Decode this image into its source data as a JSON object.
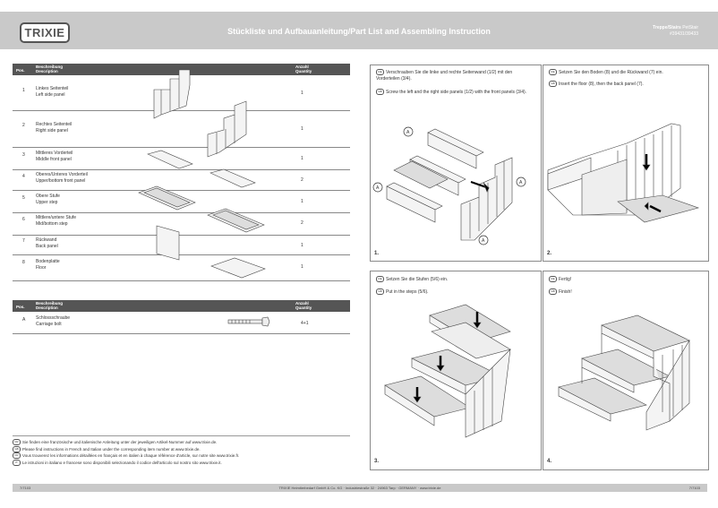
{
  "header": {
    "logo": "TRIXIE",
    "title": "Stückliste und Aufbauanleitung/Part List and Assembling Instruction",
    "product_name": "Treppe/Stairs",
    "product_suffix": "PetStair",
    "product_numbers": "#39431/39433"
  },
  "parts_table": {
    "col_pos": "Pos.",
    "col_desc_de": "Beschreibung",
    "col_desc_en": "Description",
    "col_qty_de": "Anzahl",
    "col_qty_en": "Quantity",
    "rows": [
      {
        "pos": "1",
        "de": "Linkes Seitenteil",
        "en": "Left side panel",
        "qty": "1"
      },
      {
        "pos": "2",
        "de": "Rechtes Seitenteil",
        "en": "Right side panel",
        "qty": "1"
      },
      {
        "pos": "3",
        "de": "Mittleres Vorderteil",
        "en": "Middle front panel",
        "qty": "1"
      },
      {
        "pos": "4",
        "de": "Oberes/Unteres Vorderteil",
        "en": "Upper/bottom front panel",
        "qty": "2"
      },
      {
        "pos": "5",
        "de": "Obere Stufe",
        "en": "Upper step",
        "qty": "1"
      },
      {
        "pos": "6",
        "de": "Mittlere/untere Stufe",
        "en": "Mid/bottom step",
        "qty": "2"
      },
      {
        "pos": "7",
        "de": "Rückwand",
        "en": "Back panel",
        "qty": "1"
      },
      {
        "pos": "8",
        "de": "Bodenplatte",
        "en": "Floor",
        "qty": "1"
      }
    ]
  },
  "hardware_table": {
    "col_pos": "Pos.",
    "col_desc_de": "Beschreibung",
    "col_desc_en": "Description",
    "col_qty_de": "Anzahl",
    "col_qty_en": "Quantity",
    "rows": [
      {
        "pos": "A",
        "de": "Schlossschraube",
        "en": "Carriage bolt",
        "qty": "4+1"
      }
    ]
  },
  "footer_notes": [
    {
      "flag": "FR",
      "text": "Sie finden eine französische und italienische Anleitung unter der jeweiligen Artikel-Nummer auf www.trixie.de."
    },
    {
      "flag": "GB",
      "text": "Please find instructions in French and Italian under the corresponding item number at www.trixie.de."
    },
    {
      "flag": "FR",
      "text": "Vous trouverez les informations détaillées en français et en italien à chaque référence d'article, sur notre site www.trixie.fr."
    },
    {
      "flag": "IT",
      "text": "Le istruzioni in italiano e francese sono disponibili selezionando il codice dell'articolo sul nostro sito www.trixie.it."
    }
  ],
  "footer_bar": {
    "left": "7/7103",
    "center": "TRIXIE Heimtierbedarf GmbH & Co. KG · Industriestraße 32 · 24963 Tarp · GERMANY · www.trixie.de",
    "right": "7/7103"
  },
  "steps": [
    {
      "num": "1.",
      "de_flag": "DE",
      "de": "Verschrauben Sie die linke und rechte Seitenwand (1/2) mit den Vorderteilen (3/4).",
      "en_flag": "GB",
      "en": "Screw the left and the right side panels (1/2) with the front panels (3/4).",
      "labels": [
        "A",
        "A",
        "A",
        "A"
      ]
    },
    {
      "num": "2.",
      "de_flag": "DE",
      "de": "Setzen Sie den Boden (8) und die Rückwand (7) ein.",
      "en_flag": "GB",
      "en": "Insert the floor (8), then the back panel (7)."
    },
    {
      "num": "3.",
      "de_flag": "DE",
      "de": "Setzen Sie die Stufen (5/6) ein.",
      "en_flag": "GB",
      "en": "Put in the steps (5/6)."
    },
    {
      "num": "4.",
      "de_flag": "DE",
      "de": "Fertig!",
      "en_flag": "GB",
      "en": "Finish!"
    }
  ]
}
